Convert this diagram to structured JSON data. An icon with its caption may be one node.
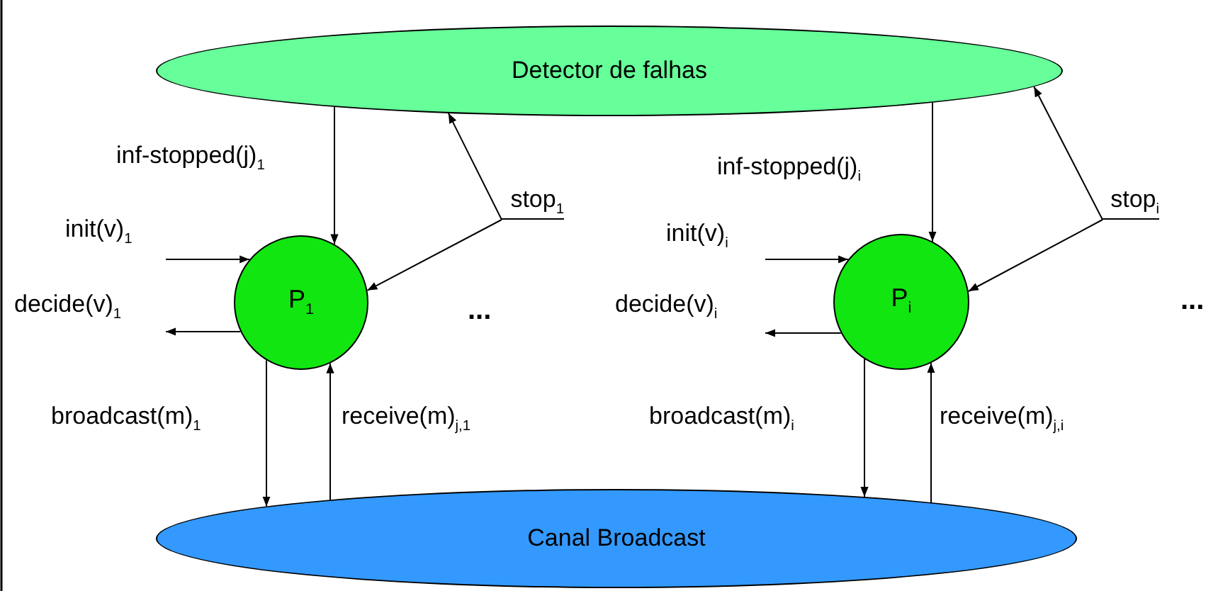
{
  "diagram": {
    "nodes": [
      {
        "text": [
          "Detector de falhas"
        ]
      },
      {
        "text": [
          "stop$_{1}$"
        ]
      },
      {
        "text": [
          "P$_{1}$"
        ]
      },
      {
        "text": [
          "stop$_{i}$"
        ]
      },
      {
        "text": [
          "P$_{i}$"
        ]
      },
      {
        "text": [
          "Canal Broadcast"
        ]
      }
    ],
    "edges": [
      {
        "from": 0,
        "to": 2,
        "arrow": "to",
        "label": "inf-stopped(j)$_{1}$"
      },
      {
        "from": 1,
        "to": 0,
        "arrow": "to"
      },
      {
        "from": 1,
        "to": 2,
        "arrow": "to"
      },
      {
        "from": null,
        "to": 2,
        "arrow": "to",
        "label": "init(v)$_{1}$"
      },
      {
        "from": 2,
        "to": null,
        "arrow": "to",
        "label": "decide(v)$_{1}$"
      },
      {
        "from": 2,
        "to": 5,
        "arrow": "to",
        "label": "broadcast(m)$_{1}$"
      },
      {
        "from": 5,
        "to": 2,
        "arrow": "to",
        "label": "receive(m)$_{j,1}$"
      },
      {
        "from": 0,
        "to": 4,
        "arrow": "to",
        "label": "inf-stopped(j)$_{i}$"
      },
      {
        "from": 3,
        "to": 0,
        "arrow": "to"
      },
      {
        "from": 3,
        "to": 4,
        "arrow": "to"
      },
      {
        "from": null,
        "to": 4,
        "arrow": "to",
        "label": "init(v)$_{i}$"
      },
      {
        "from": 4,
        "to": null,
        "arrow": "to",
        "label": "decide(v)$_{i}$"
      },
      {
        "from": 4,
        "to": 5,
        "arrow": "to",
        "label": "broadcast(m)$_{i}$"
      },
      {
        "from": 5,
        "to": 4,
        "arrow": "to",
        "label": "receive(m)$_{j,i}$"
      }
    ],
    "labels": [
      "...",
      "..."
    ]
  }
}
